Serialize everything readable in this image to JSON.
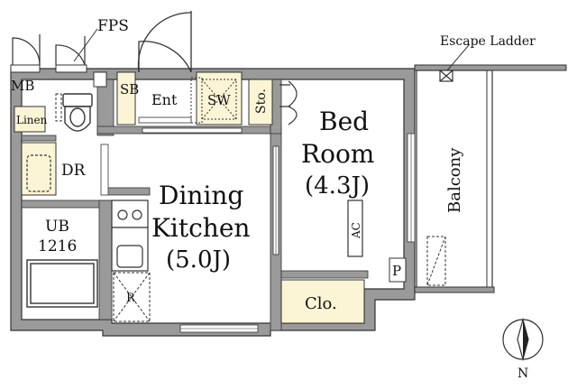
{
  "labels": {
    "fps": "FPS",
    "escape_ladder": "Escape Ladder",
    "mb": "MB",
    "sb": "SB",
    "ent": "Ent",
    "sw": "SW",
    "sto": "Sto.",
    "linen": "Linen",
    "dr": "DR",
    "ub": "UB",
    "ub_size": "1216",
    "dining_line1": "Dining",
    "dining_line2": "Kitchen",
    "dining_size": "(5.0J)",
    "bed_line1": "Bed",
    "bed_line2": "Room",
    "bed_size": "(4.3J)",
    "ac": "AC",
    "balcony": "Balcony",
    "p": "P",
    "clo": "Clo.",
    "r": "R",
    "north": "N"
  },
  "colors": {
    "wall": "#9a9a9a",
    "wall_edge": "#333333",
    "storage": "#fbf5d6",
    "line": "#222222"
  }
}
